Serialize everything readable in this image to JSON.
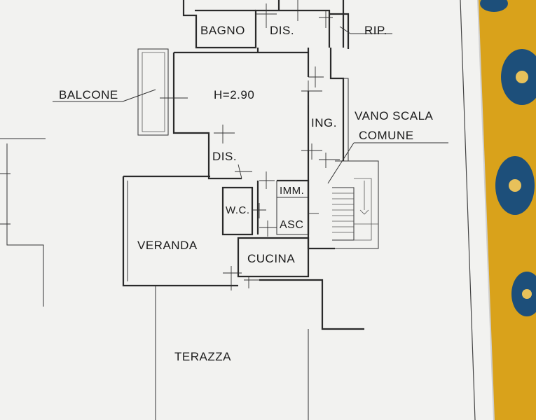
{
  "rooms": {
    "bagno": "BAGNO",
    "dis_top": "DIS.",
    "rip": "RIP.",
    "balcone": "BALCONE",
    "height": "H=2.90",
    "ing": "ING.",
    "vano_scala_line1": "VANO SCALA",
    "vano_scala_line2": "COMUNE",
    "dis_mid": "DIS.",
    "imm": "IMM.",
    "wc": "W.C.",
    "asc": "ASC",
    "veranda": "VERANDA",
    "cucina": "CUCINA",
    "terazza": "TERAZZA"
  },
  "colors": {
    "paper": "#f2f2f0",
    "lines": "#2a2a2a",
    "fabric_yellow": "#d9a21b",
    "fabric_blue": "#1d4f7a"
  }
}
